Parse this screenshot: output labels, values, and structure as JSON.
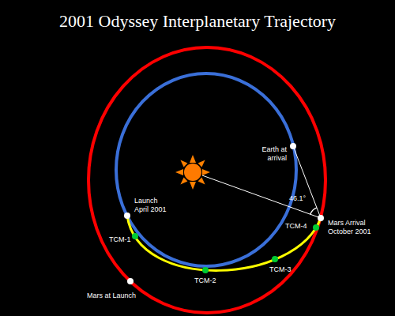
{
  "diagram": {
    "title": "2001 Odyssey Interplanetary Trajectory",
    "labels": [
      "Earth at arrival",
      "Launch April 2001",
      "TCM-1",
      "TCM-2",
      "TCM-3",
      "TCM-4",
      "46.1°",
      "Mars Arrival October 2001",
      "Mars at Launch"
    ]
  }
}
